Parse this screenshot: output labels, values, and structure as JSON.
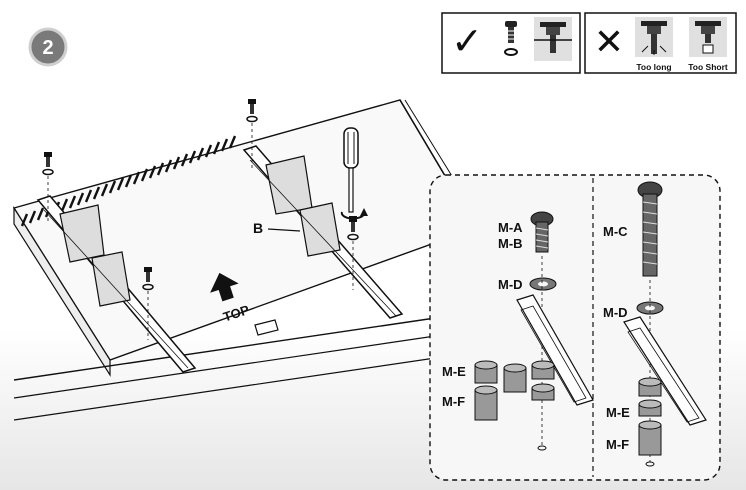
{
  "step": {
    "number": "2"
  },
  "legend": {
    "ok_mark": "✓",
    "bad_mark": "✕",
    "too_long": "Too long",
    "too_short": "Too Short"
  },
  "tv": {
    "bracket_label": "B",
    "top_label": "TOP"
  },
  "detail": {
    "left": {
      "screw_labels": [
        "M-A",
        "M-B"
      ],
      "washer_label": "M-D",
      "spacer_labels": [
        "M-E",
        "M-F"
      ]
    },
    "right": {
      "screw_label": "M-C",
      "washer_label": "M-D",
      "spacer_labels": [
        "M-E",
        "M-F"
      ]
    }
  },
  "icons": [
    "step-badge-icon",
    "checkmark-icon",
    "cross-icon",
    "screw-icon",
    "washer-icon",
    "screwdriver-icon",
    "rotate-arrow-icon",
    "up-arrow-icon",
    "bracket-icon",
    "spacer-icon"
  ],
  "colors": {
    "badge": "#7a7a7a",
    "ink": "#111111",
    "panel_bg": "#f2f2f2",
    "part_gray": "#9a9a9a"
  }
}
